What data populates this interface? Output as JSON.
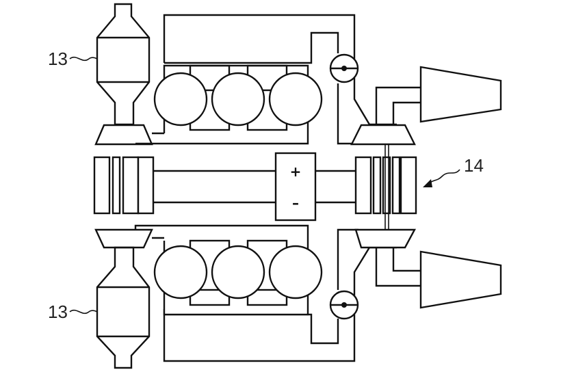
{
  "labels": {
    "converter_top": "13",
    "converter_bottom": "13",
    "electric_assembly": "14"
  },
  "battery": {
    "plus": "+",
    "minus": "–"
  },
  "colors": {
    "line": "#111111",
    "background": "#ffffff"
  }
}
